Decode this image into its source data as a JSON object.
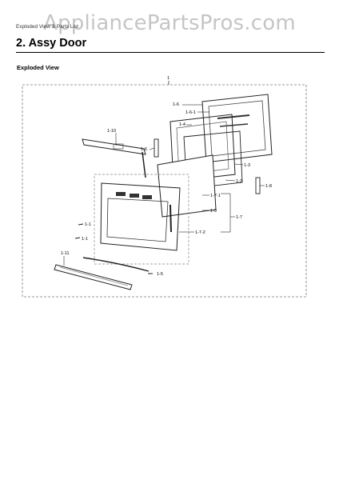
{
  "watermark": "AppliancePartsPros.com",
  "header": {
    "breadcrumb": "Exploded View & Parts List"
  },
  "section": {
    "title": "2.  Assy Door",
    "subtitle": "Exploded View"
  },
  "callouts": {
    "main": "1",
    "c1_6": "1-6",
    "c1_6_1": "1-6-1",
    "c1_4": "1-4",
    "c1_10": "1-10",
    "c1_6b": "1-6",
    "c1_3": "1-3",
    "c1_2": "1-2",
    "c1_8": "1-8",
    "c1_7_1": "1-7-1",
    "c1_9": "1-9",
    "c1_7": "1-7",
    "c1_1a": "1-1",
    "c1_1b": "1-1",
    "c1_7_2": "1-7-2",
    "c1_11": "1-11",
    "c1_5": "1-5"
  }
}
